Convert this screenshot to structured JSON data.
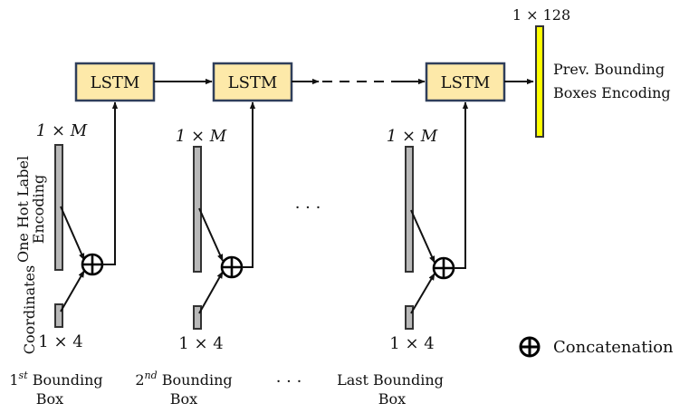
{
  "lstm_label": "LSTM",
  "output": {
    "dimension": "1 × 128",
    "label_line1": "Prev. Bounding",
    "label_line2": "Boxes Encoding"
  },
  "inputs": {
    "label_dim": "1 × M",
    "coord_dim": "1 × 4",
    "label_axis": [
      "One Hot Label",
      "Encoding"
    ],
    "coord_axis": "Coordinates"
  },
  "ellipsis": "· · ·",
  "steps": [
    {
      "line1_base": "1",
      "line1_sup": "st",
      "line1_rest": " Bounding",
      "line2": "Box"
    },
    {
      "line1_base": "2",
      "line1_sup": "nd",
      "line1_rest": " Bounding",
      "line2": "Box"
    },
    {
      "line1_base": "Last Bounding",
      "line1_sup": "",
      "line1_rest": "",
      "line2": "Box"
    }
  ],
  "legend": {
    "label": "Concatenation"
  }
}
